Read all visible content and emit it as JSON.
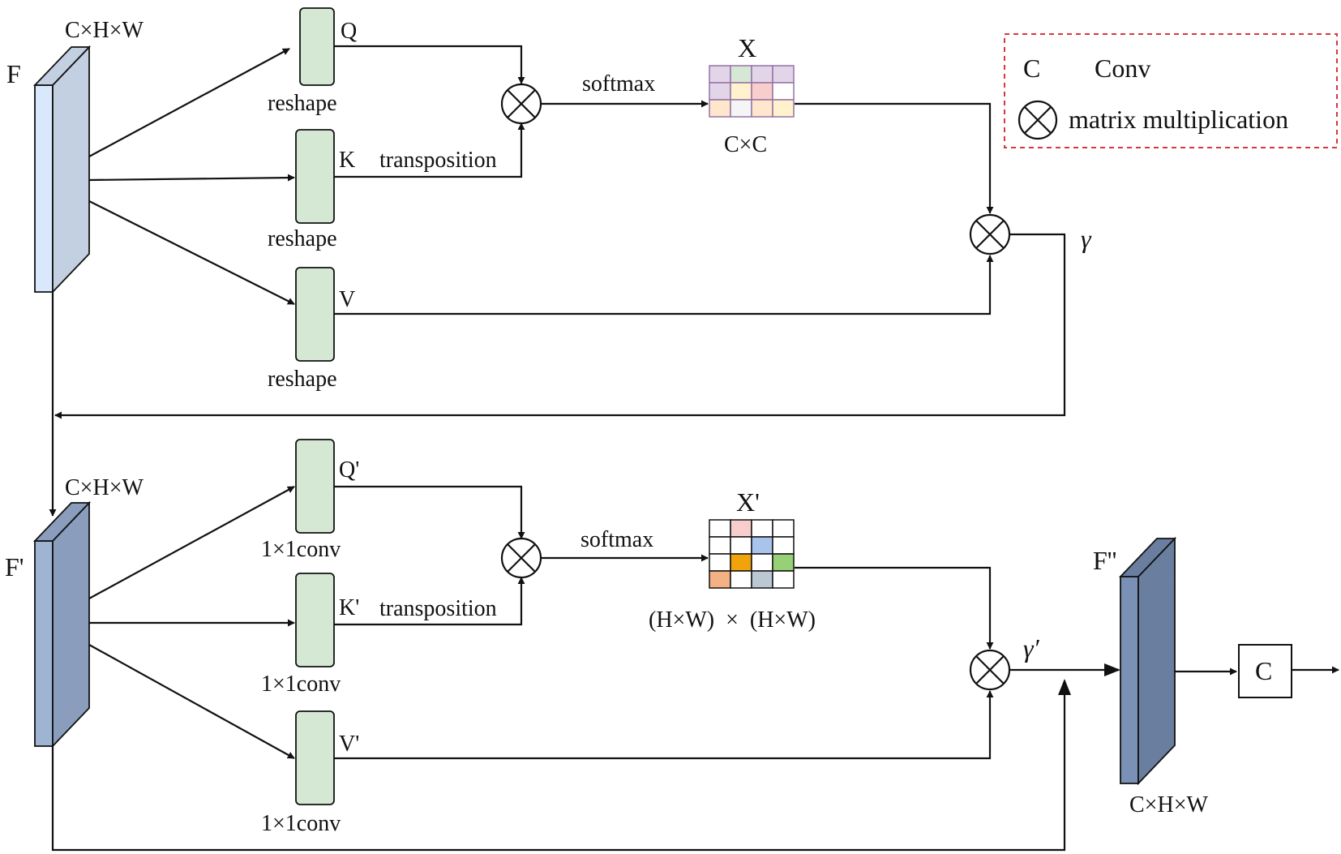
{
  "labels": {
    "F": "F",
    "F_prime": "F'",
    "F_dprime": "F''",
    "dims_top": "C×H×W",
    "dims_mid": "C×H×W",
    "dims_out": "C×H×W",
    "Q": "Q",
    "K": "K",
    "V": "V",
    "Q_prime": "Q'",
    "K_prime": "K'",
    "V_prime": "V'",
    "reshape_q": "reshape",
    "reshape_k": "reshape",
    "reshape_v": "reshape",
    "conv_q": "1×1conv",
    "conv_k": "1×1conv",
    "conv_v": "1×1conv",
    "transposition_top": "transposition",
    "transposition_bottom": "transposition",
    "softmax_top": "softmax",
    "softmax_bottom": "softmax",
    "X": "X",
    "X_prime": "X'",
    "cc": "C×C",
    "hwhw": "(H×W)  ×  (H×W)",
    "gamma": "γ",
    "gamma_prime": "γ′",
    "conv_block": "C"
  },
  "legend": {
    "conv_symbol": "C",
    "conv_text": "Conv",
    "matmul_text": "matrix multiplication"
  },
  "colors": {
    "block_green": "#d5e8d4",
    "feature_light_front": "#dae8fc",
    "feature_light_side": "#c3d0e2",
    "feature_mid_front": "#9fb3d3",
    "feature_mid_side": "#8a9dbd",
    "feature_dark_front": "#7a90b4",
    "feature_dark_side": "#6a7f9f",
    "legend_border": "#d9363e",
    "channel_matrix_border": "#9673a6"
  },
  "channel_matrix_cells": [
    [
      "#e1d5e7",
      "#d5e8d4",
      "#e1d5e7",
      "#e1d5e7"
    ],
    [
      "#e1d5e7",
      "#fff2cc",
      "#f8cecc",
      "#ffffff"
    ],
    [
      "#ffe6cc",
      "#f5f5f5",
      "#ffe6cc",
      "#fff2cc"
    ]
  ],
  "spatial_matrix_cells": [
    [
      "#ffffff",
      "#f8cecc",
      "#ffffff",
      "#ffffff"
    ],
    [
      "#ffffff",
      "#ffffff",
      "#a9c4eb",
      "#ffffff"
    ],
    [
      "#ffffff",
      "#f0a30a",
      "#ffffff",
      "#97d077"
    ],
    [
      "#f4b183",
      "#ffffff",
      "#bac8d3",
      "#ffffff"
    ]
  ]
}
